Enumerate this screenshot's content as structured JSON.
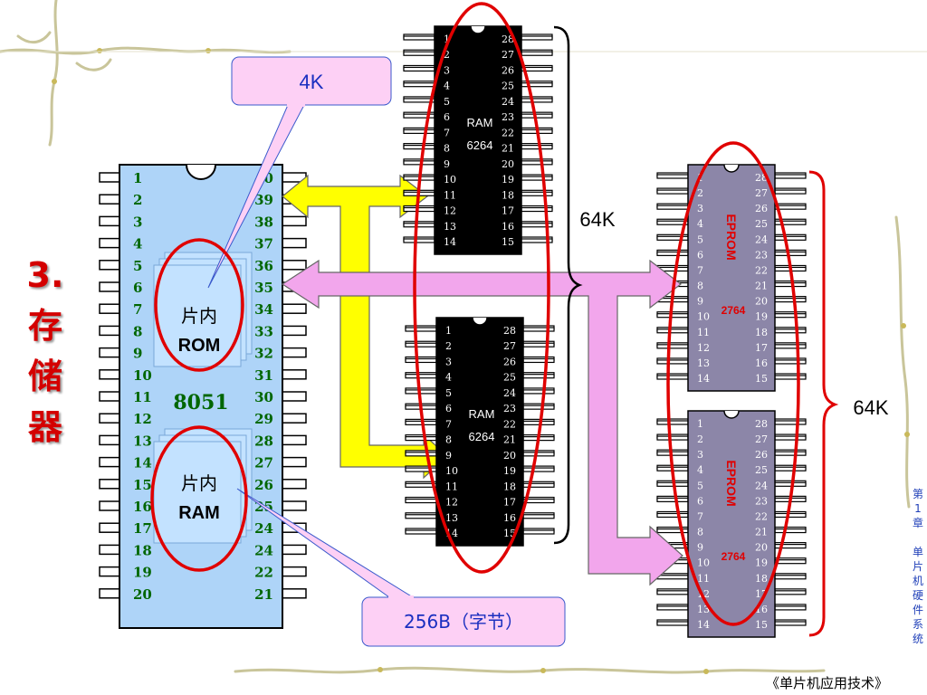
{
  "title": {
    "line1": "3.",
    "line2": "存",
    "line3": "储",
    "line4": "器"
  },
  "side_chapter": [
    "第",
    "1",
    "章",
    "",
    "单",
    "片",
    "机",
    "硬",
    "件",
    "系",
    "统"
  ],
  "footer": {
    "book_title": "《单片机应用技术》"
  },
  "callouts": {
    "rom_size": "4K",
    "ram_size": "256B（字节）"
  },
  "mcu": {
    "name": "8051",
    "left_pins": [
      "1",
      "2",
      "3",
      "4",
      "5",
      "6",
      "7",
      "8",
      "9",
      "10",
      "11",
      "12",
      "13",
      "14",
      "15",
      "16",
      "17",
      "18",
      "19",
      "20"
    ],
    "right_pins": [
      "40",
      "39",
      "38",
      "37",
      "36",
      "35",
      "34",
      "33",
      "32",
      "31",
      "30",
      "29",
      "28",
      "27",
      "26",
      "25",
      "24",
      "24",
      "22",
      "21"
    ],
    "rom_label_1": "片内",
    "rom_label_2": "ROM",
    "ram_label_1": "片内",
    "ram_label_2": "RAM"
  },
  "ram_chips": [
    {
      "label": "RAM",
      "part": "6264",
      "left_pins": [
        "1",
        "2",
        "3",
        "4",
        "5",
        "6",
        "7",
        "8",
        "9",
        "10",
        "11",
        "12",
        "13",
        "14"
      ],
      "right_pins": [
        "28",
        "27",
        "26",
        "25",
        "24",
        "23",
        "22",
        "21",
        "20",
        "19",
        "18",
        "17",
        "16",
        "15"
      ]
    },
    {
      "label": "RAM",
      "part": "6264",
      "left_pins": [
        "1",
        "2",
        "3",
        "4",
        "5",
        "6",
        "7",
        "8",
        "9",
        "10",
        "11",
        "12",
        "13",
        "14"
      ],
      "right_pins": [
        "28",
        "27",
        "26",
        "25",
        "24",
        "23",
        "22",
        "21",
        "20",
        "19",
        "18",
        "17",
        "16",
        "15"
      ]
    }
  ],
  "eprom_chips": [
    {
      "label": "EPROM",
      "part": "2764",
      "left_pins": [
        "1",
        "2",
        "3",
        "4",
        "5",
        "6",
        "7",
        "8",
        "9",
        "10",
        "11",
        "12",
        "13",
        "14"
      ],
      "right_pins": [
        "28",
        "27",
        "26",
        "25",
        "24",
        "23",
        "22",
        "21",
        "20",
        "19",
        "18",
        "17",
        "16",
        "15"
      ]
    },
    {
      "label": "EPROM",
      "part": "2764",
      "left_pins": [
        "1",
        "2",
        "3",
        "4",
        "5",
        "6",
        "7",
        "8",
        "9",
        "10",
        "11",
        "12",
        "13",
        "14"
      ],
      "right_pins": [
        "28",
        "27",
        "26",
        "25",
        "24",
        "23",
        "22",
        "21",
        "20",
        "19",
        "18",
        "17",
        "16",
        "15"
      ]
    }
  ],
  "brace_labels": {
    "ram_total": "64K",
    "eprom_total": "64K"
  },
  "colors": {
    "mcu_body": "#aed4f8",
    "ram_body": "#000000",
    "eprom_body": "#8c86a8",
    "data_bus": "#ffff00",
    "addr_bus": "#f2a6ec",
    "highlight": "#e00000",
    "callout_fill": "#fdd0f5"
  }
}
